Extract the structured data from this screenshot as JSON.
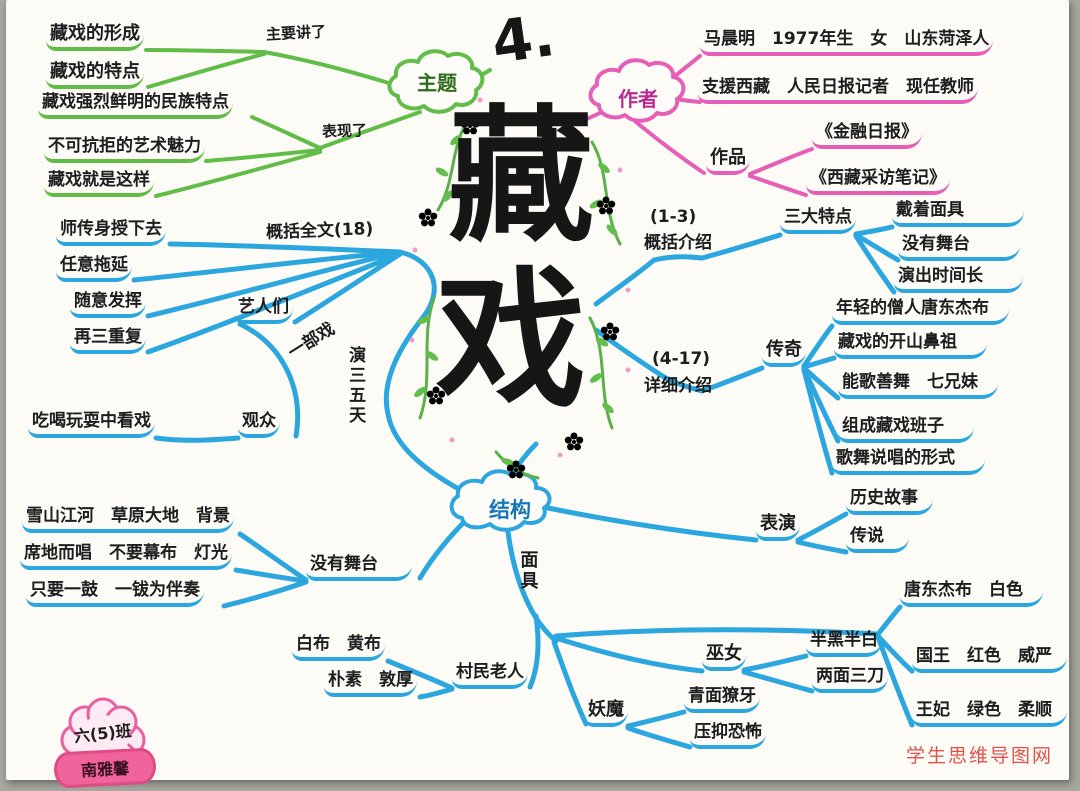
{
  "colors": {
    "green": "#62bd48",
    "pink": "#e55fb6",
    "blue": "#2ba6de",
    "ink": "#1d1d1f",
    "red": "#e15249",
    "badge": "#f0649b"
  },
  "page": {
    "watermark": "学生思维导图网"
  },
  "badge": {
    "class_name": "六(5)班",
    "student_name": "南雅馨"
  },
  "center": {
    "number": "4.",
    "char1": "藏",
    "char2": "戏"
  },
  "theme": {
    "hub": "主题",
    "label_main": "主要讲了",
    "label_show": "表现了",
    "item1": "藏戏的形成",
    "item2": "藏戏的特点",
    "item3": "藏戏强烈鲜明的民族特点",
    "item4": "不可抗拒的艺术魅力",
    "item5": "藏戏就是这样"
  },
  "summary": {
    "hub": "概括全文(18)",
    "item1": "师传身授下去",
    "item2": "任意拖延",
    "item3": "随意发挥",
    "item4": "再三重复",
    "artists": "艺人们",
    "play_part1": "一部戏",
    "play_part2": "演三五天",
    "watch": "吃喝玩耍中看戏",
    "audience": "观众"
  },
  "author": {
    "hub": "作者",
    "line1": "马晨明　1977年生　女　山东菏泽人",
    "line2": "支援西藏　人民日报记者　现任教师",
    "works_label": "作品",
    "work1": "《金融日报》",
    "work2": "《西藏采访笔记》"
  },
  "intro": {
    "range": "(1-3)",
    "label": "概括介绍",
    "hub": "三大特点",
    "item1": "戴着面具",
    "item2": "没有舞台",
    "item3": "演出时间长"
  },
  "detail": {
    "range": "(4-17)",
    "label": "详细介绍",
    "hub": "传奇",
    "item1": "年轻的僧人唐东杰布",
    "item2": "藏戏的开山鼻祖",
    "item3": "能歌善舞　七兄妹",
    "item4": "组成藏戏班子",
    "item5": "歌舞说唱的形式",
    "perform": "表演",
    "perform1": "历史故事",
    "perform2": "传说"
  },
  "structure": {
    "hub": "结构",
    "stage_label": "没有舞台",
    "stage1": "雪山江河　草原大地　背景",
    "stage2": "席地而唱　不要幕布　灯光",
    "stage3": "只要一鼓　一钹为伴奏",
    "mask_label": "面具",
    "villager": "村民老人",
    "villager1": "白布　黄布",
    "villager2": "朴素　敦厚",
    "monster": "妖魔",
    "monster1": "青面獠牙",
    "monster2": "压抑恐怖",
    "witch": "巫女",
    "witch1": "半黑半白",
    "witch2": "两面三刀",
    "tangdong": "唐东杰布　白色",
    "king": "国王　红色　威严",
    "queen": "王妃　绿色　柔顺"
  }
}
